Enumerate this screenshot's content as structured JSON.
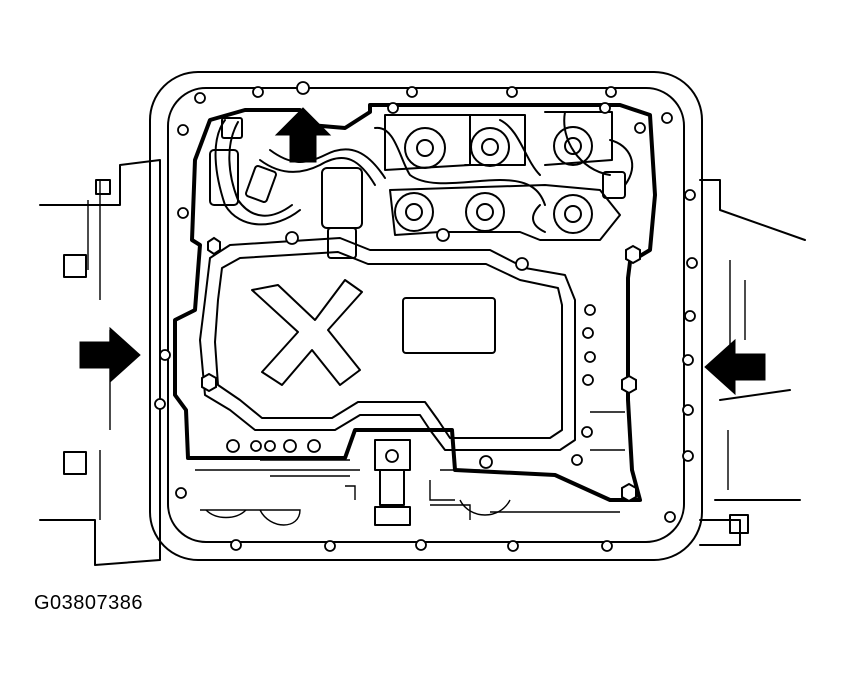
{
  "figure": {
    "caption": "G03807386",
    "arrows": [
      "up",
      "right",
      "left"
    ],
    "colors": {
      "ink": "#000000",
      "paper": "#ffffff"
    }
  }
}
